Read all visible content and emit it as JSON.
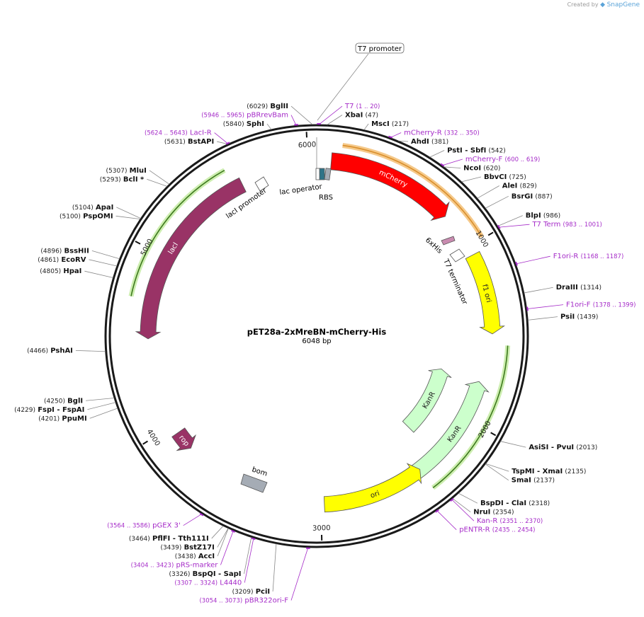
{
  "credit": {
    "prefix": "Created by",
    "brand": "SnapGene"
  },
  "plasmid": {
    "name": "pET28a-2xMreBN-mCherry-His",
    "length_label": "6048 bp",
    "length": 6048
  },
  "ticks": [
    {
      "bp": 1000,
      "label": "1000"
    },
    {
      "bp": 2000,
      "label": "2000"
    },
    {
      "bp": 3000,
      "label": "3000"
    },
    {
      "bp": 4000,
      "label": "4000"
    },
    {
      "bp": 5000,
      "label": "5000"
    },
    {
      "bp": 6000,
      "label": "6000"
    }
  ],
  "sites": [
    {
      "name": "BglII",
      "pos": "(6029)",
      "bp": 6029,
      "side": "L"
    },
    {
      "name": "SphI",
      "pos": "(5840)",
      "bp": 5840,
      "side": "L"
    },
    {
      "name": "BstAPI",
      "pos": "(5631)",
      "bp": 5631,
      "side": "L"
    },
    {
      "name": "MluI",
      "pos": "(5307)",
      "bp": 5307,
      "side": "L"
    },
    {
      "name": "BclI *",
      "pos": "(5293)",
      "bp": 5293,
      "side": "L"
    },
    {
      "name": "ApaI",
      "pos": "(5104)",
      "bp": 5104,
      "side": "L"
    },
    {
      "name": "PspOMI",
      "pos": "(5100)",
      "bp": 5100,
      "side": "L"
    },
    {
      "name": "BssHII",
      "pos": "(4896)",
      "bp": 4896,
      "side": "L"
    },
    {
      "name": "EcoRV",
      "pos": "(4861)",
      "bp": 4861,
      "side": "L"
    },
    {
      "name": "HpaI",
      "pos": "(4805)",
      "bp": 4805,
      "side": "L"
    },
    {
      "name": "PshAI",
      "pos": "(4466)",
      "bp": 4466,
      "side": "L"
    },
    {
      "name": "BglI",
      "pos": "(4250)",
      "bp": 4250,
      "side": "L"
    },
    {
      "name": "FspI  - FspAI",
      "pos": "(4229)",
      "bp": 4229,
      "side": "L"
    },
    {
      "name": "PpuMI",
      "pos": "(4201)",
      "bp": 4201,
      "side": "L"
    },
    {
      "name": "PflFI  - Tth111I",
      "pos": "(3464)",
      "bp": 3464,
      "side": "L"
    },
    {
      "name": "BstZ17I",
      "pos": "(3439)",
      "bp": 3439,
      "side": "L"
    },
    {
      "name": "AccI",
      "pos": "(3438)",
      "bp": 3438,
      "side": "L"
    },
    {
      "name": "BspQI  - SapI",
      "pos": "(3326)",
      "bp": 3326,
      "side": "L"
    },
    {
      "name": "PciI",
      "pos": "(3209)",
      "bp": 3209,
      "side": "L"
    },
    {
      "name": "XbaI",
      "pos": "(47)",
      "bp": 47,
      "side": "R"
    },
    {
      "name": "MscI",
      "pos": "(217)",
      "bp": 217,
      "side": "R"
    },
    {
      "name": "AhdI",
      "pos": "(381)",
      "bp": 381,
      "side": "R"
    },
    {
      "name": "PstI  - SbfI",
      "pos": "(542)",
      "bp": 542,
      "side": "R"
    },
    {
      "name": "NcoI",
      "pos": "(620)",
      "bp": 620,
      "side": "R"
    },
    {
      "name": "BbvCI",
      "pos": "(725)",
      "bp": 725,
      "side": "R"
    },
    {
      "name": "AleI",
      "pos": "(829)",
      "bp": 829,
      "side": "R"
    },
    {
      "name": "BsrGI",
      "pos": "(887)",
      "bp": 887,
      "side": "R"
    },
    {
      "name": "BlpI",
      "pos": "(986)",
      "bp": 986,
      "side": "R"
    },
    {
      "name": "DraIII",
      "pos": "(1314)",
      "bp": 1314,
      "side": "R"
    },
    {
      "name": "PsiI",
      "pos": "(1439)",
      "bp": 1439,
      "side": "R"
    },
    {
      "name": "AsiSI  - PvuI",
      "pos": "(2013)",
      "bp": 2013,
      "side": "R"
    },
    {
      "name": "TspMI  - XmaI",
      "pos": "(2135)",
      "bp": 2135,
      "side": "R"
    },
    {
      "name": "SmaI",
      "pos": "(2137)",
      "bp": 2137,
      "side": "R"
    },
    {
      "name": "BspDI  - ClaI",
      "pos": "(2318)",
      "bp": 2318,
      "side": "R"
    },
    {
      "name": "NruI",
      "pos": "(2354)",
      "bp": 2354,
      "side": "R"
    }
  ],
  "primers": [
    {
      "name": "T7",
      "range": "(1 .. 20)",
      "bp": 10,
      "side": "R"
    },
    {
      "name": "pBRrevBam",
      "range": "(5946 .. 5965)",
      "bp": 5955,
      "side": "L"
    },
    {
      "name": "LacI-R",
      "range": "(5624 .. 5643)",
      "bp": 5633,
      "side": "L"
    },
    {
      "name": "mCherry-R",
      "range": "(332 .. 350)",
      "bp": 341,
      "side": "R"
    },
    {
      "name": "mCherry-F",
      "range": "(600 .. 619)",
      "bp": 609,
      "side": "R"
    },
    {
      "name": "T7 Term",
      "range": "(983 .. 1001)",
      "bp": 992,
      "side": "R"
    },
    {
      "name": "F1ori-R",
      "range": "(1168 .. 1187)",
      "bp": 1177,
      "side": "R"
    },
    {
      "name": "F1ori-F",
      "range": "(1378 .. 1399)",
      "bp": 1388,
      "side": "R"
    },
    {
      "name": "Kan-R",
      "range": "(2351 .. 2370)",
      "bp": 2360,
      "side": "R"
    },
    {
      "name": "pENTR-R",
      "range": "(2435 .. 2454)",
      "bp": 2444,
      "side": "R"
    },
    {
      "name": "pGEX 3'",
      "range": "(3564 .. 3586)",
      "bp": 3575,
      "side": "L"
    },
    {
      "name": "pRS-marker",
      "range": "(3404 .. 3423)",
      "bp": 3413,
      "side": "L"
    },
    {
      "name": "L4440",
      "range": "(3307 .. 3324)",
      "bp": 3315,
      "side": "L"
    },
    {
      "name": "pBR322ori-F",
      "range": "(3054 .. 3073)",
      "bp": 3063,
      "side": "L"
    }
  ],
  "features": [
    {
      "name": "mCherry",
      "color": "#ff0000",
      "start": 80,
      "end": 790,
      "r": 248,
      "w": 24,
      "dir": 1
    },
    {
      "name": "f1 ori",
      "color": "#ffff00",
      "start": 1050,
      "end": 1500,
      "r": 248,
      "w": 22,
      "dir": 1
    },
    {
      "name": "KanR",
      "color": "#ccffcc",
      "start": 1775,
      "end": 2440,
      "r": 238,
      "w": 22,
      "dir": -1
    },
    {
      "name": "KanR",
      "color": "#ccffcc",
      "start": 1760,
      "end": 2265,
      "r": 182,
      "w": 22,
      "dir": -1
    },
    {
      "name": "ori",
      "color": "#ffff00",
      "start": 2390,
      "end": 2980,
      "r": 238,
      "w": 22,
      "dir": -1
    },
    {
      "name": "lacI",
      "color": "#993366",
      "start": 4520,
      "end": 5610,
      "r": 238,
      "w": 22,
      "dir": -1
    },
    {
      "name": "rop",
      "color": "#993366",
      "start": 3835,
      "end": 3950,
      "r": 238,
      "w": 22,
      "dir": -1
    }
  ],
  "other_labels": {
    "t7_promoter": "T7 promoter",
    "lac_operator": "lac operator",
    "rbs": "RBS",
    "his": "6xHis",
    "t7_terminator": "T7 terminator",
    "laci_promoter": "lacI promoter",
    "bom": "bom"
  },
  "colors": {
    "backbone": "#1a1a1a",
    "primer": "#a52bc8",
    "highlight_orange": "#f5c98a",
    "highlight_green": "#cdeeb0",
    "arc_orange": "#d98e2a",
    "arc_green": "#3e7a1e",
    "bom": "#a5acb5",
    "lac_operator": "#2e7488"
  }
}
